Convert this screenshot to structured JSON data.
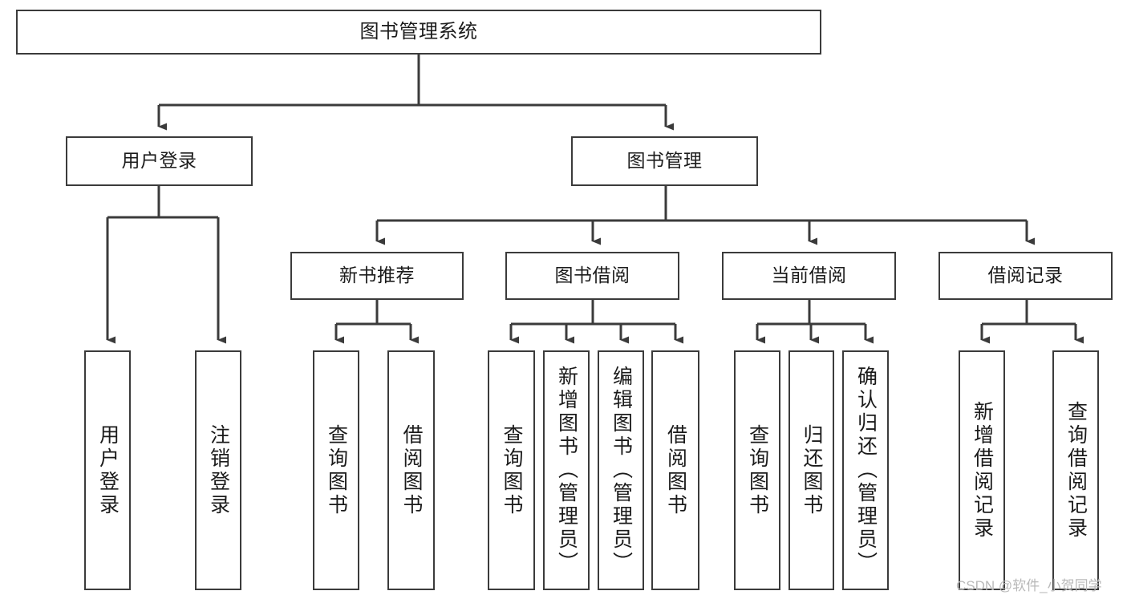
{
  "diagram": {
    "title": "图书管理系统",
    "watermark": "CSDN @软件_小贺同学",
    "colors": {
      "box_border": "#3b3b3b",
      "box_fill": "#ffffff",
      "connector": "#3b3b3b",
      "text": "#1b1b1b",
      "watermark": "#b9b9b9"
    },
    "root": {
      "label": "图书管理系统"
    },
    "level2": [
      {
        "label": "用户登录"
      },
      {
        "label": "图书管理"
      }
    ],
    "level3": [
      {
        "label": "新书推荐"
      },
      {
        "label": "图书借阅"
      },
      {
        "label": "当前借阅"
      },
      {
        "label": "借阅记录"
      }
    ],
    "leaves": {
      "user_login": [
        {
          "label": "用户登录"
        },
        {
          "label": "注销登录"
        }
      ],
      "new_book_recommend": [
        {
          "label": "查询图书"
        },
        {
          "label": "借阅图书"
        }
      ],
      "book_borrow": [
        {
          "label": "查询图书"
        },
        {
          "label": "新增图书（管理员）"
        },
        {
          "label": "编辑图书（管理员）"
        },
        {
          "label": "借阅图书"
        }
      ],
      "current_borrow": [
        {
          "label": "查询图书"
        },
        {
          "label": "归还图书"
        },
        {
          "label": "确认归还（管理员）"
        }
      ],
      "borrow_record": [
        {
          "label": "新增借阅记录"
        },
        {
          "label": "查询借阅记录"
        }
      ]
    }
  }
}
